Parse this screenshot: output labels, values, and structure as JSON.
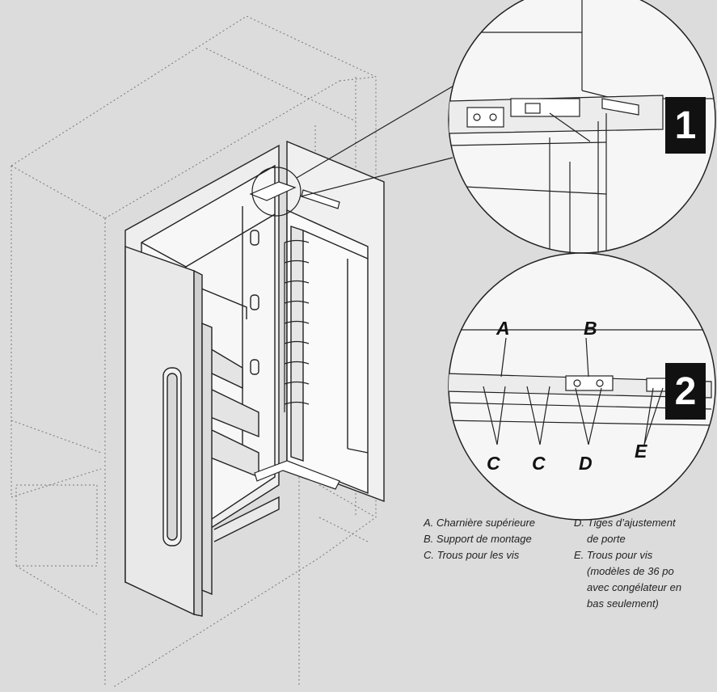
{
  "steps": {
    "step1": "1",
    "step2": "2"
  },
  "callouts": {
    "a": "A",
    "b": "B",
    "c1": "C",
    "c2": "C",
    "d": "D",
    "e": "E"
  },
  "legend": {
    "left": [
      "A. Charnière supérieure",
      "B. Support de montage",
      "C. Trous pour les vis"
    ],
    "right": [
      "D.  Tiges d’ajustement",
      "de porte",
      "E.  Trous pour vis",
      "(modèles de 36 po",
      "avec congélateur en",
      "bas seulement)"
    ]
  },
  "colors": {
    "background": "#dcdcdc",
    "line": "#222222",
    "badge": "#111111"
  }
}
